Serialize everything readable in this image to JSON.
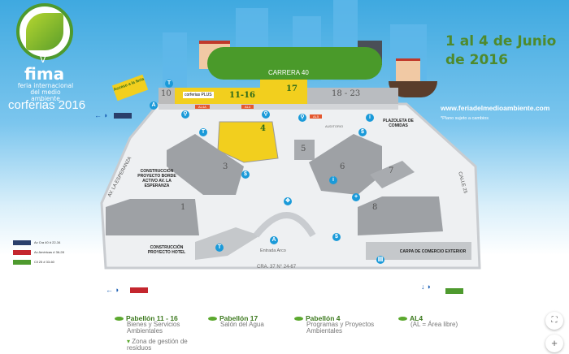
{
  "brand": {
    "edition": "V",
    "name": "fima",
    "tagline1": "feria internacional",
    "tagline2": "del medio ambiente",
    "organizer": "corferias 2016"
  },
  "event": {
    "date_line1": "1 al 4 de Junio",
    "date_line2": "de 2016",
    "website": "www.feriadelmedioambiente.com",
    "note": "*Plano sujeto a cambios"
  },
  "map": {
    "access_sign": "Acceso a la feria",
    "streets": {
      "north": "CARRERA 40",
      "west": "AV. LA ESPERANZA",
      "east": "CALLE 25",
      "south": "CRA. 37 N° 24-67"
    },
    "pavilions": {
      "p10": "10",
      "p1116": "11-16",
      "p17": "17",
      "p1823": "18 - 23",
      "p4": "4",
      "p3": "3",
      "p5": "5",
      "p6": "6",
      "p7": "7",
      "p1": "1",
      "p8": "8"
    },
    "areas": {
      "al4a": "AL4A",
      "al4": "AL4",
      "al5": "AL5",
      "auditorio": "AUDITORIO",
      "plazoleta": "PLAZOLETA DE COMIDAS",
      "borde": "CONSTRUCCIÓN PROYECTO BORDE ACTIVO AV. LA ESPERANZA",
      "hotel": "CONSTRUCCIÓN PROYECTO HOTEL",
      "entrada": "Entrada Arco",
      "carpa": "CARPA DE COMERCIO EXTERIOR",
      "sponsor": "corferias PLUS"
    },
    "gates": {
      "a": "A",
      "t": "T"
    }
  },
  "addresses": [
    "Av Cra 40 # 22-34",
    "Av Américas # 36-28",
    "Cll 25 # 33-60"
  ],
  "legend": [
    {
      "title": "Pabellón 11 - 16",
      "desc": "Bienes y Servicios Ambientales",
      "sub": "Zona de gestión de residuos"
    },
    {
      "title": "Pabellón 17",
      "desc": "Salón del Agua"
    },
    {
      "title": "Pabellón 4",
      "desc": "Programas y Proyectos Ambientales"
    },
    {
      "title": "AL4",
      "desc": "(AL = Área libre)"
    }
  ],
  "controls": {
    "fit": "⛶",
    "zoom_in": "+"
  }
}
